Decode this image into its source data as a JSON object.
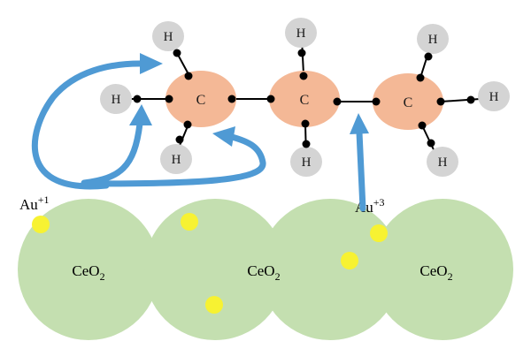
{
  "colors": {
    "ceo2_fill": "#c4dfb0",
    "carbon_fill": "#f4b896",
    "hydrogen_fill": "#d4d4d4",
    "gold_fill": "#f7f232",
    "arrow_color": "#4f9ad4",
    "bond_color": "#000000"
  },
  "molecule": {
    "carbon_label": "C",
    "hydrogen_label": "H"
  },
  "support": {
    "base": "CeO",
    "subscript": "2"
  },
  "gold_sites": [
    {
      "base": "Au",
      "charge": "+1"
    },
    {
      "base": "Au",
      "charge": "+3"
    }
  ]
}
